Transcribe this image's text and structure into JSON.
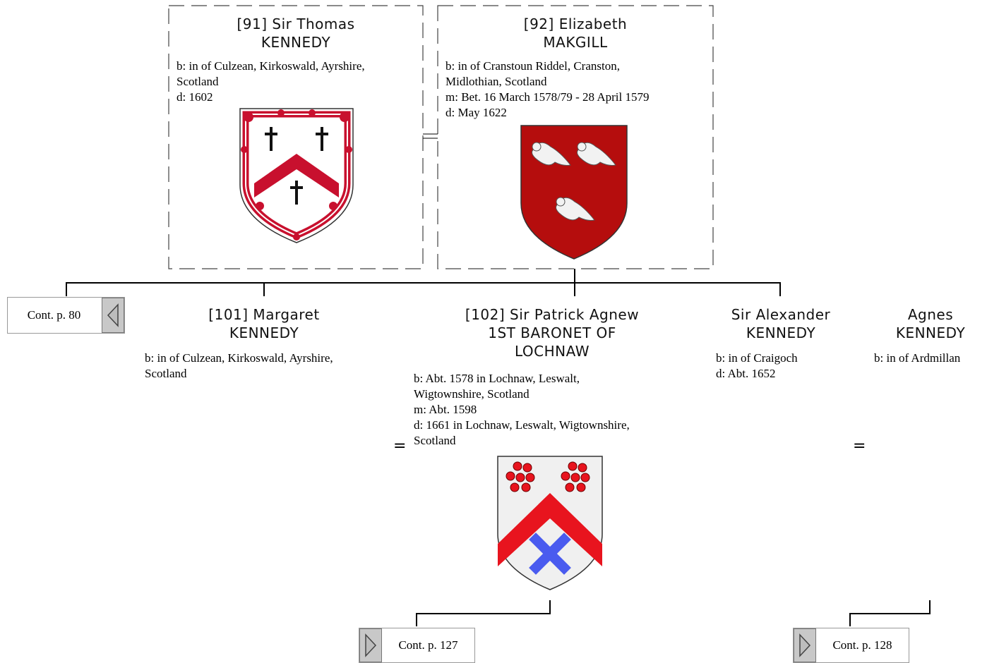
{
  "parents": {
    "father": {
      "name_line1": "[91] Sir Thomas",
      "name_line2": "KENNEDY",
      "facts": [
        "b: in of Culzean, Kirkoswald, Ayrshire,",
        "Scotland",
        "d: 1602"
      ],
      "arms": "kennedy-arms"
    },
    "mother": {
      "name_line1": "[92] Elizabeth",
      "name_line2": "MAKGILL",
      "facts": [
        "b: in of Cranstoun Riddel, Cranston,",
        "Midlothian, Scotland",
        "m: Bet. 16 March 1578/79 - 28 April 1579",
        "d: May 1622"
      ],
      "arms": "makgill-arms"
    },
    "marriage_symbol": "="
  },
  "children": [
    {
      "name_lines": [
        "[101] Margaret",
        "KENNEDY"
      ],
      "facts": [
        "b: in of Culzean, Kirkoswald, Ayrshire,",
        "Scotland"
      ]
    },
    {
      "name_lines": [
        "[102] Sir Patrick Agnew",
        "1ST BARONET OF",
        "LOCHNAW"
      ],
      "facts": [
        "b: Abt. 1578 in Lochnaw, Leswalt,",
        "Wigtownshire, Scotland",
        "m: Abt. 1598",
        "d: 1661 in Lochnaw, Leswalt, Wigtownshire,",
        "Scotland"
      ],
      "arms": "agnew-arms",
      "marriage_symbol": "="
    },
    {
      "name_lines": [
        "Sir Alexander",
        "KENNEDY"
      ],
      "facts": [
        "b: in of Craigoch",
        "d: Abt. 1652"
      ]
    },
    {
      "name_lines": [
        "Agnes",
        "KENNEDY"
      ],
      "facts": [
        "b: in of Ardmillan"
      ],
      "marriage_symbol": "="
    }
  ],
  "continuations": {
    "left": "Cont. p. 80",
    "bottom_left": "Cont. p. 127",
    "bottom_right": "Cont. p. 128"
  },
  "colors": {
    "kennedy_red": "#c8102e",
    "makgill_red": "#b50d0d",
    "agnew_red": "#e8141e",
    "agnew_blue": "#4a5bef",
    "shield_silver": "#f0f0f0"
  }
}
